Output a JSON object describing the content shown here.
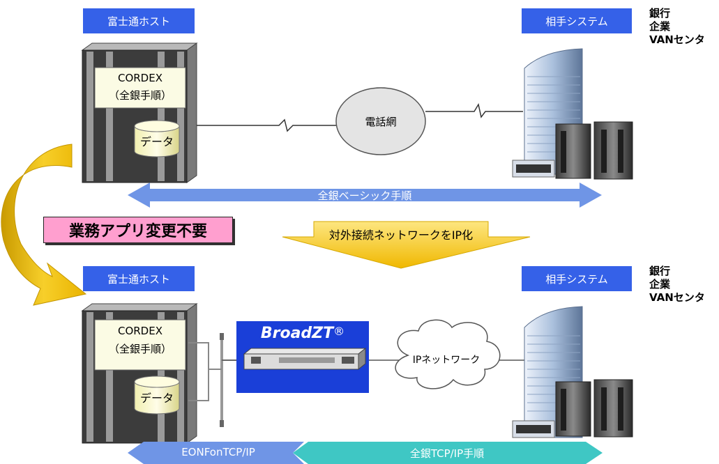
{
  "top": {
    "host_label": "富士通ホスト",
    "partner_label": "相手システム",
    "partner_types": [
      "銀行",
      "企業",
      "VANセンタ"
    ],
    "cordex_title": "CORDEX",
    "cordex_sub": "（全銀手順）",
    "data_label": "データ",
    "network_label": "電話網",
    "protocol_label": "全銀ベーシック手順"
  },
  "middle": {
    "no_change_label": "業務アプリ変更不要",
    "ip_arrow_label": "対外接続ネットワークをIP化"
  },
  "bottom": {
    "host_label": "富士通ホスト",
    "partner_label": "相手システム",
    "partner_types": [
      "銀行",
      "企業",
      "VANセンタ"
    ],
    "cordex_title": "CORDEX",
    "cordex_sub": "（全銀手順）",
    "data_label": "データ",
    "device_brand": "BroadZT",
    "device_mark": "®",
    "network_label": "IPネットワーク",
    "protocol_left": "EONFonTCP/IP",
    "protocol_right": "全銀TCP/IP手順"
  },
  "colors": {
    "label_blue": "#3561e8",
    "arrow_blue": "#6f95e6",
    "arrow_teal": "#3fc7c4",
    "arrow_gold": "#f3c21a",
    "pink": "#ff9fcf"
  }
}
